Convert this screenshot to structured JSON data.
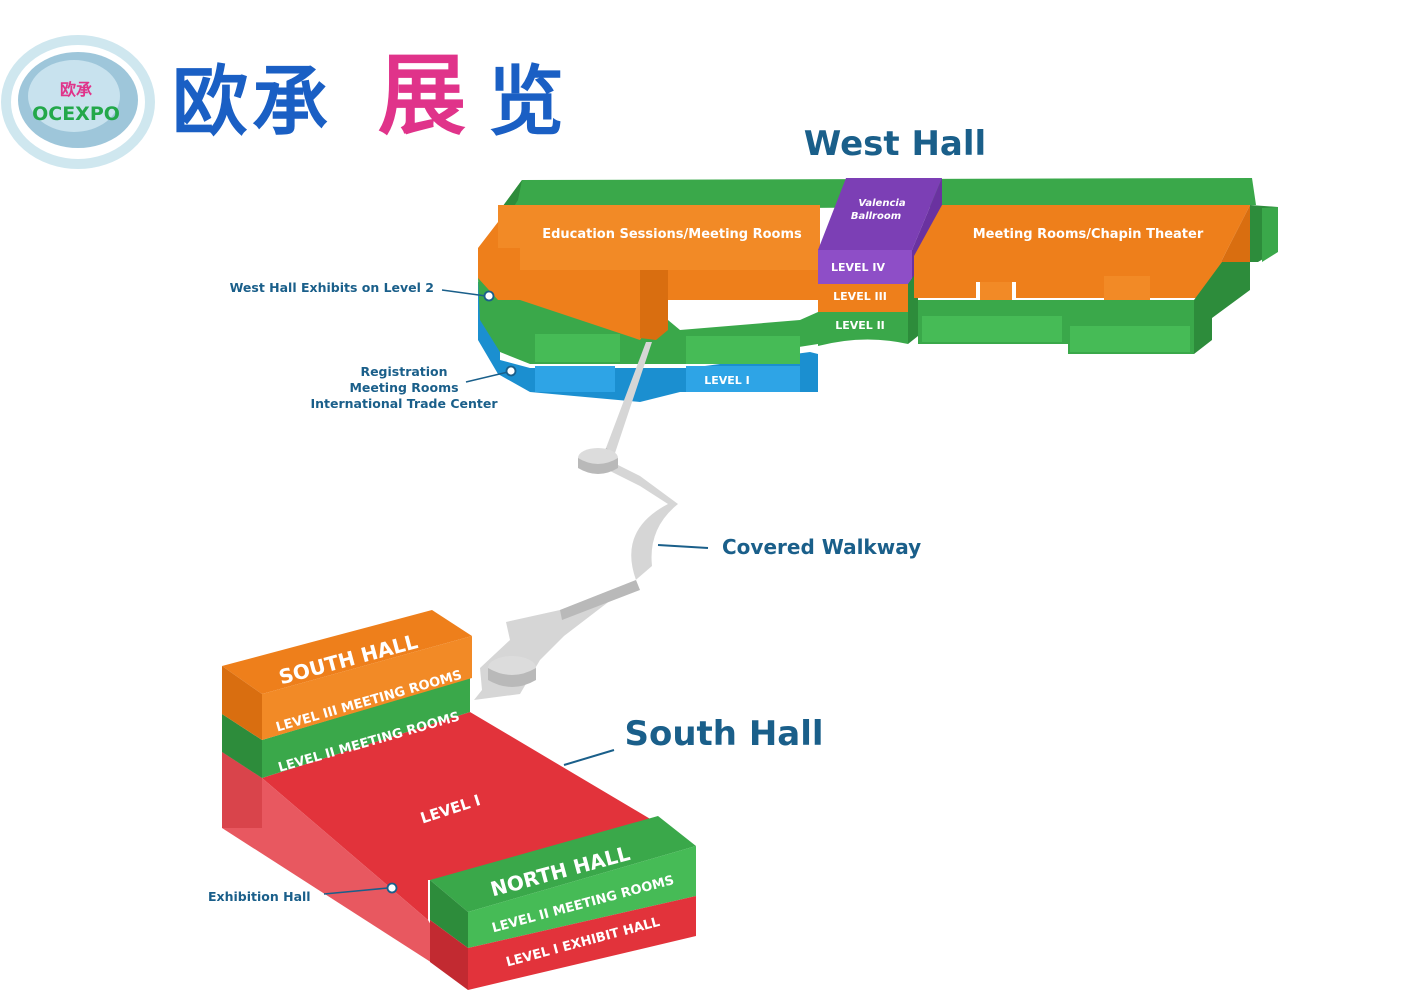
{
  "logo": {
    "badge_cn": "欧承",
    "badge_en": "OCEXPO",
    "wordmark_part1": "欧承",
    "wordmark_part2": "展",
    "wordmark_part3": "览"
  },
  "colors": {
    "green": "#3aa84a",
    "orange": "#ee7f1b",
    "blue": "#1b8fd0",
    "purple": "#7c3fb5",
    "red": "#e2333b",
    "walkway": "#d6d6d6",
    "label": "#1a5f8a"
  },
  "west_hall": {
    "title": "West Hall",
    "education_sessions": "Education Sessions/Meeting Rooms",
    "meeting_rooms_theater": "Meeting Rooms/Chapin Theater",
    "ballroom_line1": "Valencia",
    "ballroom_line2": "Ballroom",
    "level_iv": "LEVEL IV",
    "level_iii": "LEVEL III",
    "level_ii": "LEVEL II",
    "level_i": "LEVEL I",
    "callout_exhibits": "West Hall Exhibits on Level 2",
    "callout_registration": [
      "Registration",
      "Meeting Rooms",
      "International Trade Center"
    ]
  },
  "walkway": {
    "label": "Covered Walkway"
  },
  "south_hall": {
    "title": "South Hall",
    "block_title": "SOUTH HALL",
    "level_iii": "LEVEL III MEETING ROOMS",
    "level_ii": "LEVEL II MEETING ROOMS",
    "level_i": "LEVEL I",
    "callout_exhibition": "Exhibition Hall"
  },
  "north_hall": {
    "block_title": "NORTH HALL",
    "level_ii": "LEVEL II MEETING ROOMS",
    "level_i": "LEVEL I EXHIBIT HALL"
  }
}
